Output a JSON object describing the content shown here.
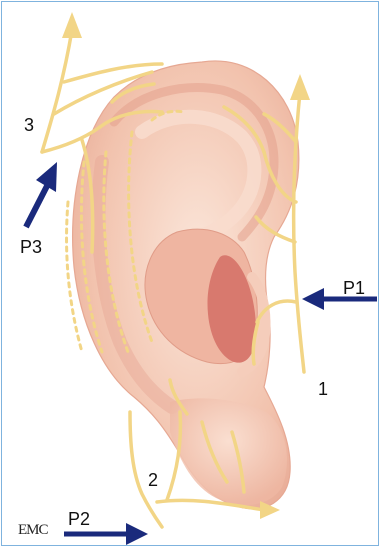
{
  "labels": {
    "n1": "1",
    "n2": "2",
    "n3": "3",
    "p1": "P1",
    "p2": "P2",
    "p3": "P3"
  },
  "logo": "EMC",
  "colors": {
    "skin_outer": "#f2c3ae",
    "skin_light": "#f8dccd",
    "skin_shadow": "#e7a694",
    "concha": "#d8796e",
    "nerve": "#f2d586",
    "nerve_outline": "#e0b85a",
    "arrow": "#1a2a7c",
    "frame": "#7fb3de"
  }
}
